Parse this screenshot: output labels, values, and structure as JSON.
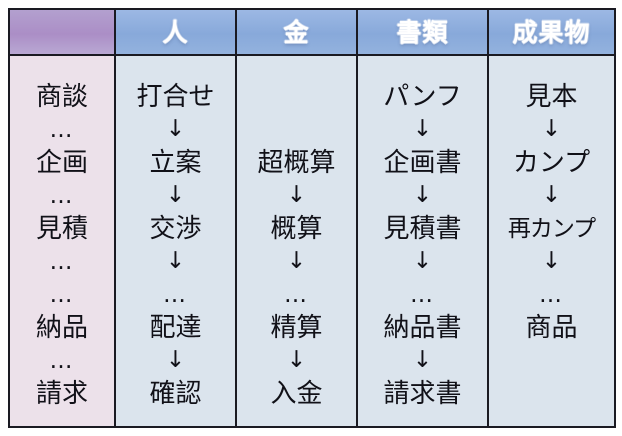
{
  "diagram": {
    "title": "business-process-phase-matrix",
    "colors": {
      "header_purple": "#ab8ec6",
      "header_blue": "#88a9da",
      "body_pink": "#ece1ea",
      "body_blue_gray": "#dbe4ed",
      "border": "#1a1a22",
      "text": "#111118",
      "header_text": "#ffffff"
    },
    "arrow_glyph": "↓",
    "ellipsis_glyph": "…"
  },
  "header": {
    "corner_label": "",
    "columns": [
      {
        "key": "hito",
        "label": "人"
      },
      {
        "key": "kane",
        "label": "金"
      },
      {
        "key": "sho",
        "label": "書類"
      },
      {
        "key": "seika",
        "label": "成果物"
      }
    ]
  },
  "columns": {
    "phase": {
      "name": "phase-column",
      "rows": [
        {
          "kind": "term",
          "text": "商談"
        },
        {
          "kind": "dots",
          "text": "…"
        },
        {
          "kind": "term",
          "text": "企画"
        },
        {
          "kind": "dots",
          "text": "…"
        },
        {
          "kind": "term",
          "text": "見積"
        },
        {
          "kind": "dots",
          "text": "…"
        },
        {
          "kind": "dots",
          "text": "…"
        },
        {
          "kind": "term",
          "text": "納品"
        },
        {
          "kind": "dots",
          "text": "…"
        },
        {
          "kind": "term",
          "text": "請求"
        }
      ]
    },
    "hito": {
      "name": "people-column",
      "rows": [
        {
          "kind": "term",
          "text": "打合せ"
        },
        {
          "kind": "arrow",
          "text": "↓"
        },
        {
          "kind": "term",
          "text": "立案"
        },
        {
          "kind": "arrow",
          "text": "↓"
        },
        {
          "kind": "term",
          "text": "交渉"
        },
        {
          "kind": "arrow",
          "text": "↓"
        },
        {
          "kind": "dots",
          "text": "…"
        },
        {
          "kind": "term",
          "text": "配達"
        },
        {
          "kind": "arrow",
          "text": "↓"
        },
        {
          "kind": "term",
          "text": "確認"
        }
      ]
    },
    "kane": {
      "name": "money-column",
      "rows": [
        {
          "kind": "blank",
          "text": ""
        },
        {
          "kind": "blank",
          "text": ""
        },
        {
          "kind": "term",
          "text": "超概算"
        },
        {
          "kind": "arrow",
          "text": "↓"
        },
        {
          "kind": "term",
          "text": "概算"
        },
        {
          "kind": "arrow",
          "text": "↓"
        },
        {
          "kind": "dots",
          "text": "…"
        },
        {
          "kind": "term",
          "text": "精算"
        },
        {
          "kind": "arrow",
          "text": "↓"
        },
        {
          "kind": "term",
          "text": "入金"
        }
      ]
    },
    "sho": {
      "name": "documents-column",
      "rows": [
        {
          "kind": "term",
          "text": "パンフ"
        },
        {
          "kind": "arrow",
          "text": "↓"
        },
        {
          "kind": "term",
          "text": "企画書"
        },
        {
          "kind": "arrow",
          "text": "↓"
        },
        {
          "kind": "term",
          "text": "見積書"
        },
        {
          "kind": "arrow",
          "text": "↓"
        },
        {
          "kind": "dots",
          "text": "…"
        },
        {
          "kind": "term",
          "text": "納品書"
        },
        {
          "kind": "arrow",
          "text": "↓"
        },
        {
          "kind": "term",
          "text": "請求書"
        }
      ]
    },
    "seika": {
      "name": "deliverables-column",
      "rows": [
        {
          "kind": "term",
          "text": "見本"
        },
        {
          "kind": "arrow",
          "text": "↓"
        },
        {
          "kind": "term",
          "text": "カンプ"
        },
        {
          "kind": "arrow",
          "text": "↓"
        },
        {
          "kind": "term",
          "text": "再カンプ",
          "narrow": true
        },
        {
          "kind": "arrow",
          "text": "↓"
        },
        {
          "kind": "dots",
          "text": "…"
        },
        {
          "kind": "term",
          "text": "商品"
        },
        {
          "kind": "blank",
          "text": ""
        },
        {
          "kind": "blank",
          "text": ""
        }
      ]
    }
  }
}
